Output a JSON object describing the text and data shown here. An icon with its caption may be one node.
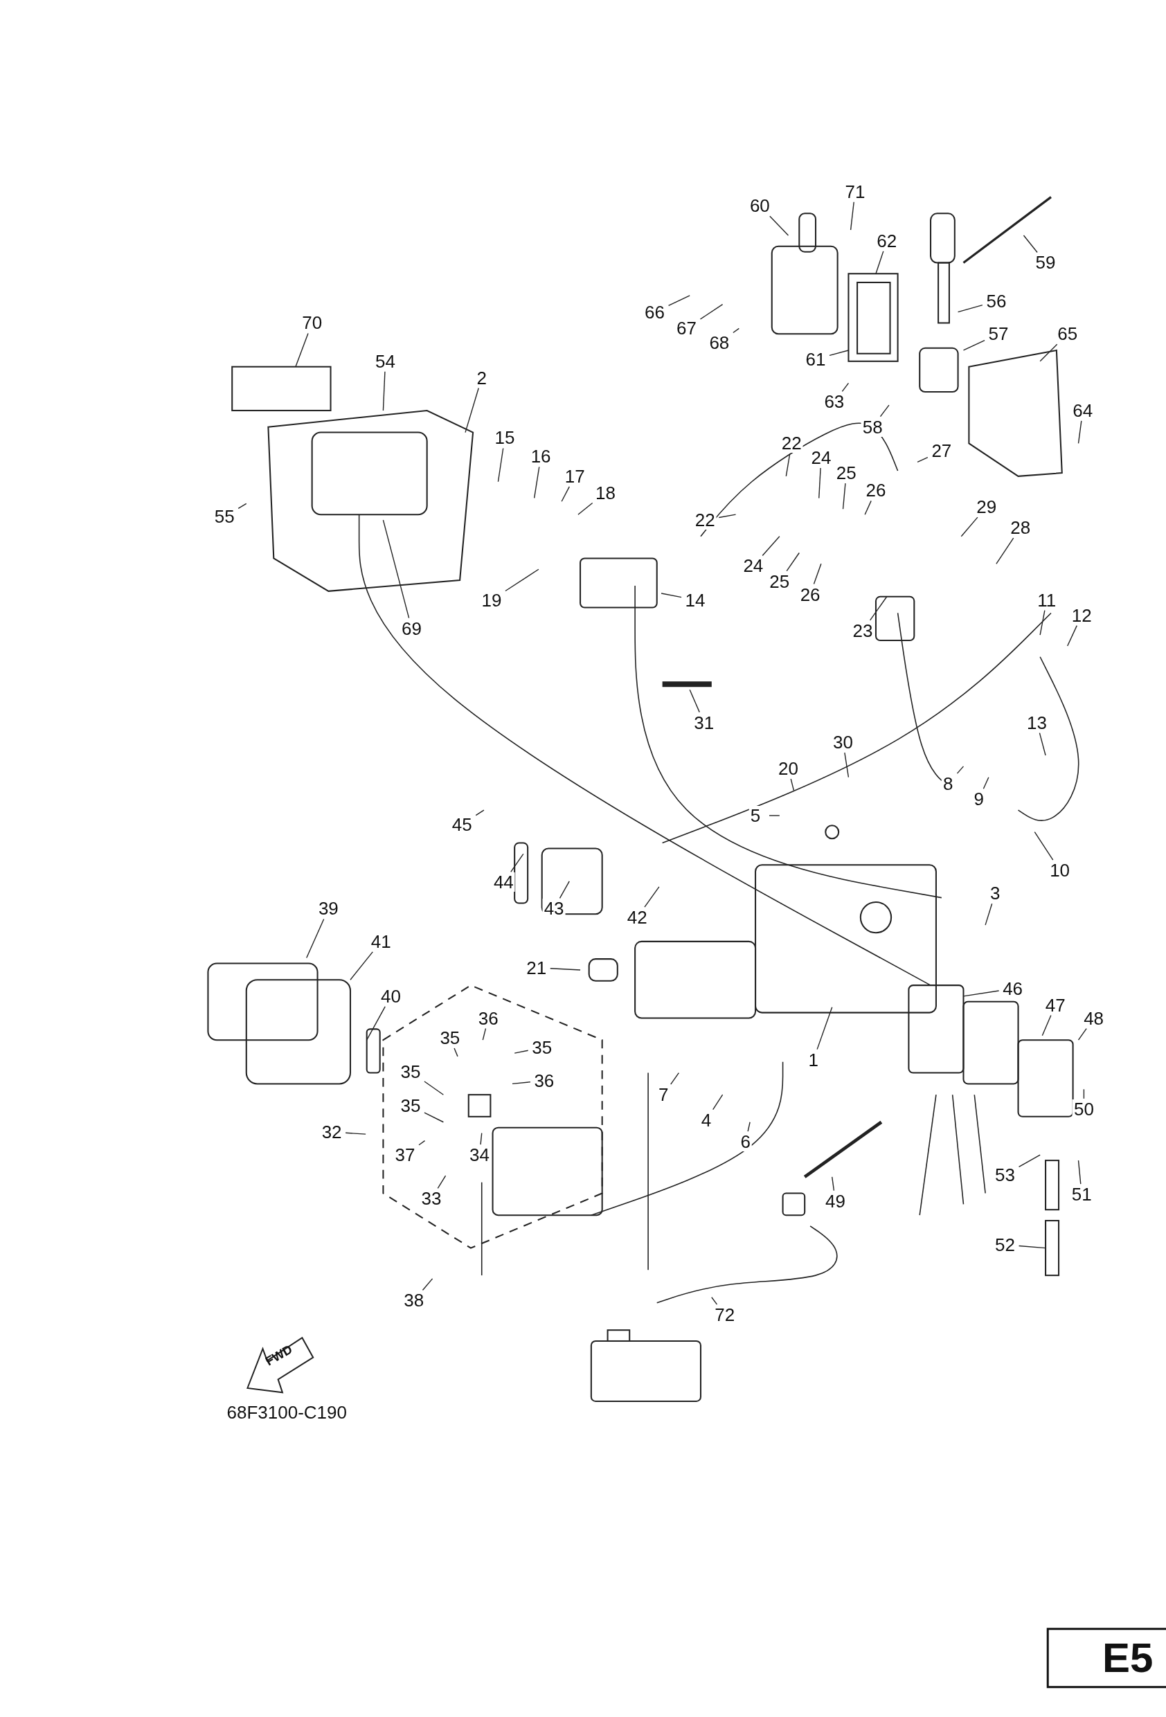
{
  "diagram": {
    "nodes": [
      {
        "text": [
          "71"
        ]
      },
      {
        "text": [
          "60"
        ]
      },
      {
        "text": [
          "62"
        ]
      },
      {
        "text": [
          "59"
        ]
      },
      {
        "text": [
          "56"
        ]
      },
      {
        "text": [
          "70"
        ]
      },
      {
        "text": [
          "66"
        ]
      },
      {
        "text": [
          "67"
        ]
      },
      {
        "text": [
          "68"
        ]
      },
      {
        "text": [
          "57"
        ]
      },
      {
        "text": [
          "65"
        ]
      },
      {
        "text": [
          "61"
        ]
      },
      {
        "text": [
          "54"
        ]
      },
      {
        "text": [
          "2"
        ]
      },
      {
        "text": [
          "63"
        ]
      },
      {
        "text": [
          "58"
        ]
      },
      {
        "text": [
          "64"
        ]
      },
      {
        "text": [
          "15"
        ]
      },
      {
        "text": [
          "22"
        ]
      },
      {
        "text": [
          "16"
        ]
      },
      {
        "text": [
          "24"
        ]
      },
      {
        "text": [
          "25"
        ]
      },
      {
        "text": [
          "27"
        ]
      },
      {
        "text": [
          "17"
        ]
      },
      {
        "text": [
          "26"
        ]
      },
      {
        "text": [
          "18"
        ]
      },
      {
        "text": [
          "29"
        ]
      },
      {
        "text": [
          "55"
        ]
      },
      {
        "text": [
          "22"
        ]
      },
      {
        "text": [
          "28"
        ]
      },
      {
        "text": [
          "24"
        ]
      },
      {
        "text": [
          "25"
        ]
      },
      {
        "text": [
          "26"
        ]
      },
      {
        "text": [
          "19"
        ]
      },
      {
        "text": [
          "14"
        ]
      },
      {
        "text": [
          "23"
        ]
      },
      {
        "text": [
          "11"
        ]
      },
      {
        "text": [
          "12"
        ]
      },
      {
        "text": [
          "69"
        ]
      },
      {
        "text": [
          "31"
        ]
      },
      {
        "text": [
          "13"
        ]
      },
      {
        "text": [
          "30"
        ]
      },
      {
        "text": [
          "20"
        ]
      },
      {
        "text": [
          "8"
        ]
      },
      {
        "text": [
          "9"
        ]
      },
      {
        "text": [
          "5"
        ]
      },
      {
        "text": [
          "45"
        ]
      },
      {
        "text": [
          "10"
        ]
      },
      {
        "text": [
          "44"
        ]
      },
      {
        "text": [
          "43"
        ]
      },
      {
        "text": [
          "42"
        ]
      },
      {
        "text": [
          "3"
        ]
      },
      {
        "text": [
          "39"
        ]
      },
      {
        "text": [
          "41"
        ]
      },
      {
        "text": [
          "21"
        ]
      },
      {
        "text": [
          "40"
        ]
      },
      {
        "text": [
          "46"
        ]
      },
      {
        "text": [
          "47"
        ]
      },
      {
        "text": [
          "36"
        ]
      },
      {
        "text": [
          "48"
        ]
      },
      {
        "text": [
          "1"
        ]
      },
      {
        "text": [
          "35"
        ]
      },
      {
        "text": [
          "35"
        ]
      },
      {
        "text": [
          "35"
        ]
      },
      {
        "text": [
          "36"
        ]
      },
      {
        "text": [
          "7"
        ]
      },
      {
        "text": [
          "35"
        ]
      },
      {
        "text": [
          "4"
        ]
      },
      {
        "text": [
          "50"
        ]
      },
      {
        "text": [
          "32"
        ]
      },
      {
        "text": [
          "37"
        ]
      },
      {
        "text": [
          "34"
        ]
      },
      {
        "text": [
          "6"
        ]
      },
      {
        "text": [
          "53"
        ]
      },
      {
        "text": [
          "51"
        ]
      },
      {
        "text": [
          "33"
        ]
      },
      {
        "text": [
          "49"
        ]
      },
      {
        "text": [
          "52"
        ]
      },
      {
        "text": [
          "38"
        ]
      },
      {
        "text": [
          "72"
        ]
      }
    ],
    "edges": [
      {
        "from": 0,
        "to": null,
        "arrow": "none"
      },
      {
        "from": 1,
        "to": null,
        "arrow": "none"
      },
      {
        "from": 2,
        "to": null,
        "arrow": "none"
      },
      {
        "from": 3,
        "to": null,
        "arrow": "none"
      },
      {
        "from": 4,
        "to": null,
        "arrow": "none"
      },
      {
        "from": 5,
        "to": null,
        "arrow": "none"
      },
      {
        "from": 6,
        "to": null,
        "arrow": "none"
      },
      {
        "from": 7,
        "to": null,
        "arrow": "none"
      },
      {
        "from": 8,
        "to": null,
        "arrow": "none"
      },
      {
        "from": 9,
        "to": null,
        "arrow": "none"
      },
      {
        "from": 10,
        "to": null,
        "arrow": "none"
      },
      {
        "from": 11,
        "to": null,
        "arrow": "none"
      },
      {
        "from": 12,
        "to": null,
        "arrow": "none"
      },
      {
        "from": 13,
        "to": null,
        "arrow": "none"
      },
      {
        "from": 14,
        "to": null,
        "arrow": "none"
      },
      {
        "from": 15,
        "to": null,
        "arrow": "none"
      },
      {
        "from": 16,
        "to": null,
        "arrow": "none"
      },
      {
        "from": 17,
        "to": null,
        "arrow": "none"
      },
      {
        "from": 18,
        "to": null,
        "arrow": "none"
      },
      {
        "from": 19,
        "to": null,
        "arrow": "none"
      },
      {
        "from": 20,
        "to": null,
        "arrow": "none"
      },
      {
        "from": 21,
        "to": null,
        "arrow": "none"
      },
      {
        "from": 22,
        "to": null,
        "arrow": "none"
      },
      {
        "from": 23,
        "to": null,
        "arrow": "none"
      },
      {
        "from": 24,
        "to": null,
        "arrow": "none"
      },
      {
        "from": 25,
        "to": null,
        "arrow": "none"
      },
      {
        "from": 26,
        "to": null,
        "arrow": "none"
      },
      {
        "from": 27,
        "to": null,
        "arrow": "none"
      },
      {
        "from": 28,
        "to": null,
        "arrow": "none"
      },
      {
        "from": 29,
        "to": null,
        "arrow": "none"
      },
      {
        "from": 30,
        "to": null,
        "arrow": "none"
      },
      {
        "from": 31,
        "to": null,
        "arrow": "none"
      },
      {
        "from": 32,
        "to": null,
        "arrow": "none"
      },
      {
        "from": 33,
        "to": null,
        "arrow": "none"
      },
      {
        "from": 34,
        "to": null,
        "arrow": "none"
      },
      {
        "from": 35,
        "to": null,
        "arrow": "none"
      },
      {
        "from": 36,
        "to": null,
        "arrow": "none"
      },
      {
        "from": 37,
        "to": null,
        "arrow": "none"
      },
      {
        "from": 38,
        "to": null,
        "arrow": "none"
      },
      {
        "from": 39,
        "to": null,
        "arrow": "none"
      },
      {
        "from": 40,
        "to": null,
        "arrow": "none"
      },
      {
        "from": 41,
        "to": null,
        "arrow": "none"
      },
      {
        "from": 42,
        "to": null,
        "arrow": "none"
      },
      {
        "from": 43,
        "to": null,
        "arrow": "none"
      },
      {
        "from": 44,
        "to": null,
        "arrow": "none"
      },
      {
        "from": 45,
        "to": null,
        "arrow": "none"
      },
      {
        "from": 46,
        "to": null,
        "arrow": "none"
      },
      {
        "from": 47,
        "to": null,
        "arrow": "none"
      },
      {
        "from": 48,
        "to": null,
        "arrow": "none"
      },
      {
        "from": 49,
        "to": null,
        "arrow": "none"
      },
      {
        "from": 50,
        "to": null,
        "arrow": "none"
      },
      {
        "from": 51,
        "to": null,
        "arrow": "none"
      },
      {
        "from": 52,
        "to": null,
        "arrow": "none"
      },
      {
        "from": 53,
        "to": null,
        "arrow": "none"
      },
      {
        "from": 54,
        "to": null,
        "arrow": "none"
      },
      {
        "from": 55,
        "to": null,
        "arrow": "none"
      },
      {
        "from": 56,
        "to": null,
        "arrow": "none"
      },
      {
        "from": 57,
        "to": null,
        "arrow": "none"
      },
      {
        "from": 58,
        "to": null,
        "arrow": "none"
      },
      {
        "from": 59,
        "to": null,
        "arrow": "none"
      },
      {
        "from": 60,
        "to": null,
        "arrow": "none"
      },
      {
        "from": 61,
        "to": null,
        "arrow": "none"
      },
      {
        "from": 62,
        "to": null,
        "arrow": "none"
      },
      {
        "from": 63,
        "to": null,
        "arrow": "none"
      },
      {
        "from": 64,
        "to": null,
        "arrow": "none"
      },
      {
        "from": 65,
        "to": null,
        "arrow": "none"
      },
      {
        "from": 66,
        "to": null,
        "arrow": "none"
      },
      {
        "from": 67,
        "to": null,
        "arrow": "none"
      },
      {
        "from": 68,
        "to": null,
        "arrow": "none"
      },
      {
        "from": 69,
        "to": null,
        "arrow": "none"
      },
      {
        "from": 70,
        "to": null,
        "arrow": "none"
      },
      {
        "from": 71,
        "to": null,
        "arrow": "none"
      },
      {
        "from": 72,
        "to": null,
        "arrow": "none"
      },
      {
        "from": 73,
        "to": null,
        "arrow": "none"
      },
      {
        "from": 74,
        "to": null,
        "arrow": "none"
      },
      {
        "from": 75,
        "to": null,
        "arrow": "none"
      },
      {
        "from": 76,
        "to": null,
        "arrow": "none"
      },
      {
        "from": 77,
        "to": null,
        "arrow": "none"
      },
      {
        "from": 78,
        "to": null,
        "arrow": "none"
      },
      {
        "from": 79,
        "to": null,
        "arrow": "none"
      }
    ],
    "labels": [
      "FWD",
      "68F3100-C190",
      "E5"
    ]
  }
}
